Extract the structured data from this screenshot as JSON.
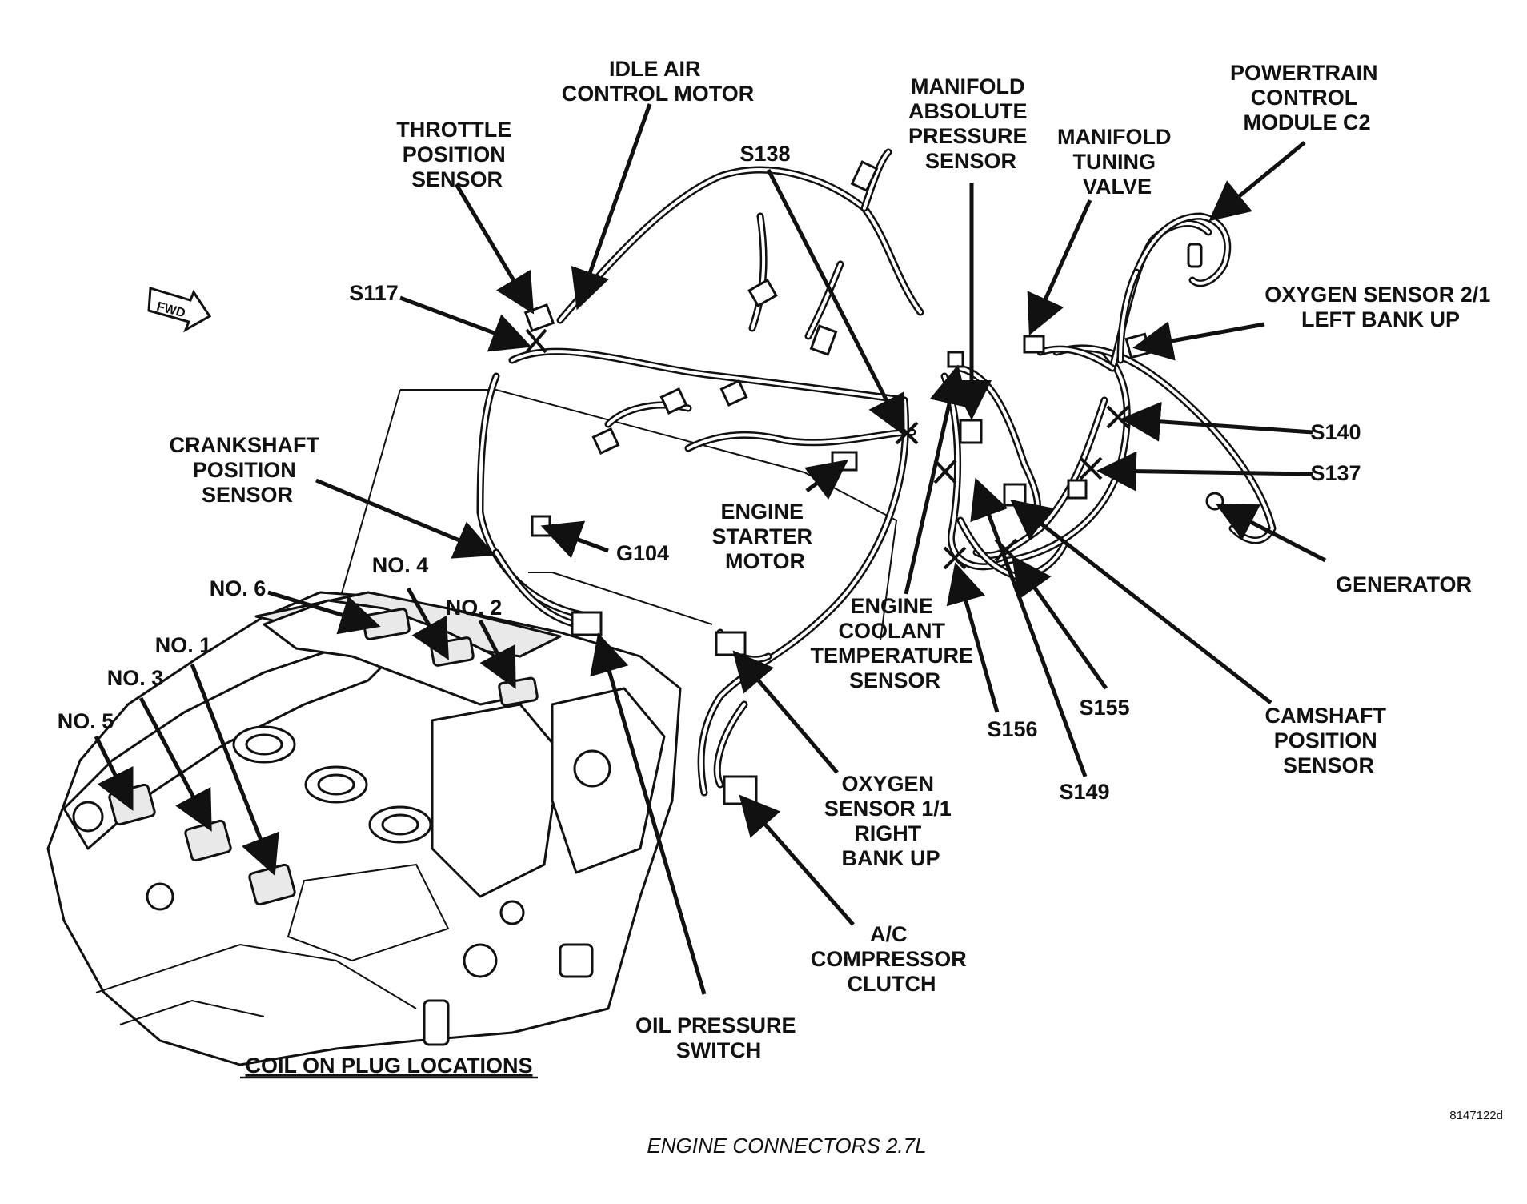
{
  "labels": {
    "idle_air_control_motor": [
      "IDLE AIR",
      "CONTROL MOTOR"
    ],
    "throttle_position_sensor": [
      "THROTTLE",
      "POSITION",
      "SENSOR"
    ],
    "s138": "S138",
    "manifold_absolute_pressure_sensor": [
      "MANIFOLD",
      "ABSOLUTE",
      "PRESSURE",
      "SENSOR"
    ],
    "manifold_tuning_valve": [
      "MANIFOLD",
      "TUNING",
      "VALVE"
    ],
    "powertrain_control_module_c2": [
      "POWERTRAIN",
      "CONTROL",
      "MODULE C2"
    ],
    "s117": "S117",
    "oxygen_sensor_2_1": [
      "OXYGEN SENSOR 2/1",
      "LEFT BANK UP"
    ],
    "s140": "S140",
    "s137": "S137",
    "crankshaft_position_sensor": [
      "CRANKSHAFT",
      "POSITION",
      "SENSOR"
    ],
    "engine_starter_motor": [
      "ENGINE",
      "STARTER",
      "MOTOR"
    ],
    "g104": "G104",
    "generator": "GENERATOR",
    "no6": "NO. 6",
    "no4": "NO. 4",
    "no2": "NO. 2",
    "engine_coolant_temperature_sensor": [
      "ENGINE",
      "COOLANT",
      "TEMPERATURE",
      "SENSOR"
    ],
    "no1": "NO. 1",
    "no3": "NO. 3",
    "s155": "S155",
    "camshaft_position_sensor": [
      "CAMSHAFT",
      "POSITION",
      "SENSOR"
    ],
    "no5": "NO. 5",
    "s156": "S156",
    "oxygen_sensor_1_1": [
      "OXYGEN",
      "SENSOR 1/1",
      "RIGHT",
      "BANK UP"
    ],
    "s149": "S149",
    "ac_compressor_clutch": [
      "A/C",
      "COMPRESSOR",
      "CLUTCH"
    ],
    "oil_pressure_switch": [
      "OIL PRESSURE",
      "SWITCH"
    ],
    "coil_on_plug_locations": "COIL ON PLUG LOCATIONS"
  },
  "fwd_indicator": "FWD",
  "figure_id": "8147122d",
  "caption": "ENGINE CONNECTORS 2.7L"
}
